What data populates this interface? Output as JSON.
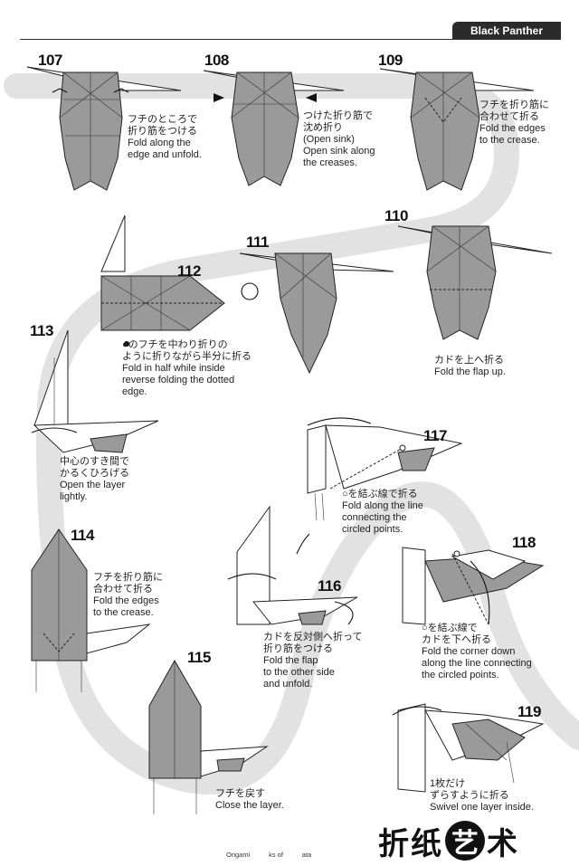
{
  "header": {
    "title": "Black Panther"
  },
  "steps": [
    {
      "num": "107",
      "jp": "フチのところで\n折り筋をつける",
      "en": "Fold along the\nedge and unfold."
    },
    {
      "num": "108",
      "jp": "つけた折り筋で\n沈め折り\n(Open sink)",
      "en": "Open sink along\nthe creases."
    },
    {
      "num": "109",
      "jp": "フチを折り筋に\n合わせて折る",
      "en": "Fold the edges\nto the crease."
    },
    {
      "num": "110",
      "jp": "カドを上へ折る",
      "en": "Fold the flap up."
    },
    {
      "num": "111",
      "jp": "",
      "en": ""
    },
    {
      "num": "112",
      "jp": "●のフチを中わり折りの\nように折りながら半分に折る",
      "en": "Fold in half while inside\nreverse folding the dotted\nedge."
    },
    {
      "num": "113",
      "jp": "中心のすき間で\nかるくひろげる",
      "en": "Open the layer\nlightly."
    },
    {
      "num": "114",
      "jp": "フチを折り筋に\n合わせて折る",
      "en": "Fold the edges\nto the crease."
    },
    {
      "num": "115",
      "jp": "フチを戻す",
      "en": "Close the layer."
    },
    {
      "num": "116",
      "jp": "カドを反対側へ折って\n折り筋をつける",
      "en": "Fold the flap\nto the other side\nand unfold."
    },
    {
      "num": "117",
      "jp": "○を結ぶ線で折る",
      "en": "Fold along the line\nconnecting the\ncircled points."
    },
    {
      "num": "118",
      "jp": "○を結ぶ線で\nカドを下へ折る",
      "en": "Fold the corner down\nalong the line connecting\nthe circled points."
    },
    {
      "num": "119",
      "jp": "1枚だけ\nずらすように折る",
      "en": "Swivel one layer inside."
    }
  ],
  "footer": {
    "text": "Origami          ks of          ata"
  },
  "logo": {
    "c1": "折",
    "c2": "纸",
    "c3": "艺",
    "c4": "术"
  }
}
